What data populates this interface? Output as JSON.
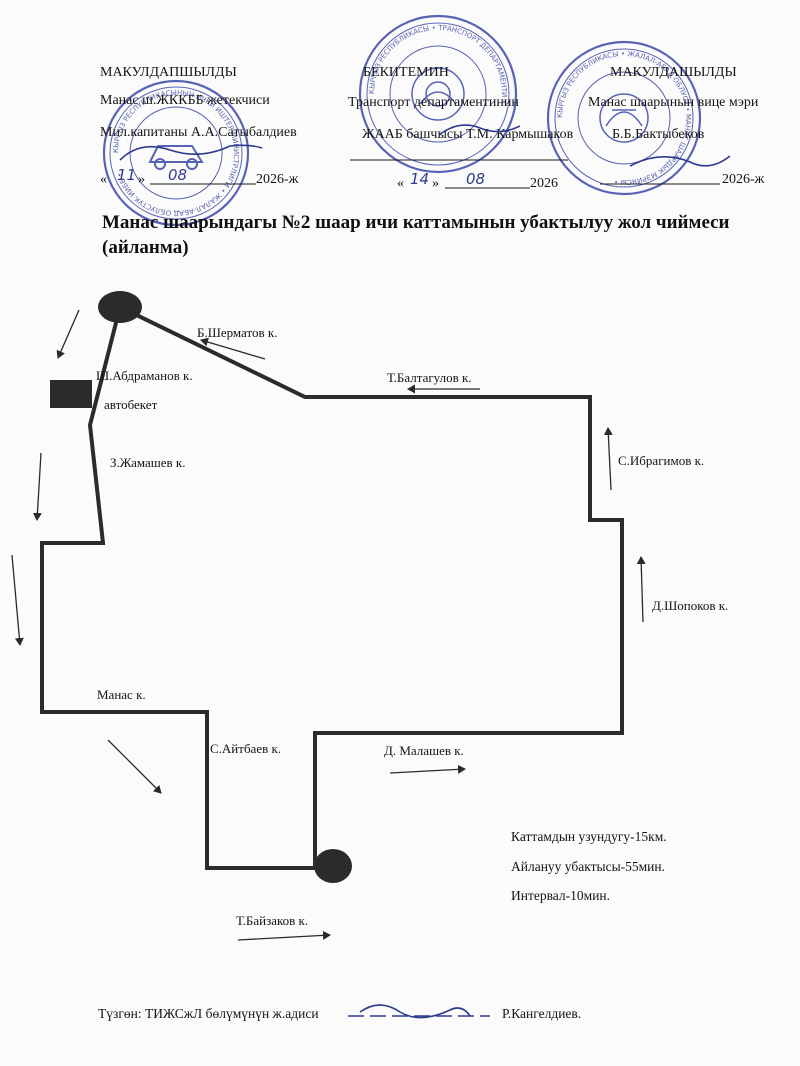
{
  "approvals": {
    "left": {
      "label": "МАКУЛДАПШЫЛДЫ",
      "line1": "Манас ш.ЖККББ жетекчиси",
      "line2": "Мил.капитаны А.А.Сатыбалдиев",
      "date_open": "«",
      "date_day": "11",
      "date_mid": "»",
      "date_month": "08",
      "date_year": "2026-ж"
    },
    "center": {
      "label": "БЕКИТЕМИН",
      "line1": "Транспорт департаментинин",
      "line2": "ЖААБ башчысы Т.М. Кармышаков",
      "date_open": "«",
      "date_day": "14",
      "date_mid": "»",
      "date_month": "08",
      "date_year": "2026"
    },
    "right": {
      "label": "МАКУЛДАШЫЛДЫ",
      "line1": "Манас шаарынын вице мэри",
      "line2": "Б.Б.Бактыбеков",
      "date_year": "2026-ж"
    }
  },
  "stamps": {
    "left": "КЫРГЫЗ РЕСПУБЛИКАСЫНЫН ИЧКИ ИШТЕР МИНИСТРЛИГИ • ЖАЛАЛ-АБАД ОБЛУСТУК ИИББ •",
    "center": "КЫРГЫЗ РЕСПУБЛИКАСЫ • ТРАНСПОРТ ДЕПАРТАМЕНТИ •",
    "right": "КЫРГЫЗ РЕСПУБЛИКАСЫ • ЖАЛАЛ-АБАД ОБЛУСУ • МАНАС ШААРДЫК МЭРИЯСЫ •"
  },
  "title": {
    "line1": "Манас  шаарындагы №2 шаар ичи каттамынын убактылуу жол чиймеси",
    "line2": "(айланма)"
  },
  "map": {
    "streets": {
      "shermatov": "Б.Шерматов к.",
      "abdramanov": "Ш.Абдраманов к.",
      "avtobeket": "автобекет",
      "baltagulov": "Т.Балтагулов к.",
      "jamashev": "З.Жамашев к.",
      "ibragimov": "С.Ибрагимов к.",
      "shopokov": "Д.Шопоков к.",
      "manas": "Манас к.",
      "aitbaev": "С.Айтбаев к.",
      "malashev": "Д. Малашев к.",
      "baizakov": "Т.Байзаков к."
    }
  },
  "route_info": {
    "length": "Каттамдын узундугу-15км.",
    "duration": "Айлануу убактысы-55мин.",
    "interval": "Интервал-10мин."
  },
  "footer": {
    "prepared_by": "Түзгөн: ТИЖСжЛ бөлүмүнүн ж.адиси",
    "name": "Р.Кангелдиев."
  },
  "colors": {
    "stamp_ink": "#3b49a8",
    "pen_ink": "#2e3b8f",
    "route": "#2b2b2b"
  }
}
